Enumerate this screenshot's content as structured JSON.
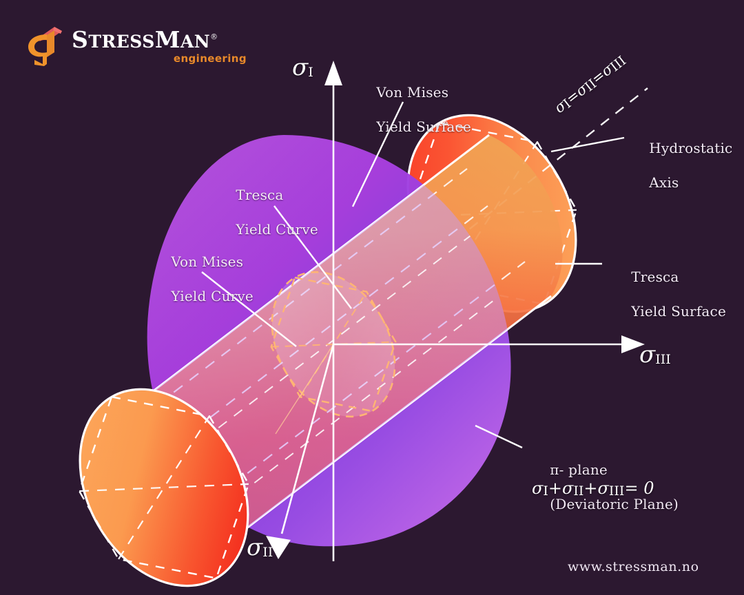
{
  "meta": {
    "background_color": "#2c1830",
    "title": "Von Mises and Tresca Yield Surfaces in Principal Stress Space"
  },
  "logo": {
    "name": "StressMan",
    "name_lead": "S",
    "name_rest": "TRESS",
    "name_m": "M",
    "name_tail": "AN",
    "registered": "®",
    "tagline": "engineering",
    "mark_color": "#f0932b",
    "mark_accent_color": "#e05a5a",
    "tagline_color": "#e8892a"
  },
  "footer": {
    "url": "www.stressman.no"
  },
  "axes": [
    {
      "id": "sigma-1",
      "symbol": "σ",
      "subscript": "I",
      "label": "σI"
    },
    {
      "id": "sigma-2",
      "symbol": "σ",
      "subscript": "II",
      "label": "σII"
    },
    {
      "id": "sigma-3",
      "symbol": "σ",
      "subscript": "III",
      "label": "σIII"
    }
  ],
  "annotations": {
    "von_mises_surface": {
      "line1": "Von Mises",
      "line2": "Yield Surface"
    },
    "tresca_surface": {
      "line1": "Tresca",
      "line2": "Yield Surface"
    },
    "tresca_curve": {
      "line1": "Tresca",
      "line2": "Yield Curve"
    },
    "von_mises_curve": {
      "line1": "Von Mises",
      "line2": "Yield Curve"
    },
    "hydrostatic": {
      "equation": "σI=σII=σIII",
      "line1": "Hydrostatic",
      "line2": "Axis"
    },
    "pi_plane": {
      "line1": "π- plane",
      "line2": "(Deviatoric Plane)",
      "line3": "σI+σII+σIII= 0"
    }
  },
  "colors": {
    "background": "#2c1830",
    "plane_purple_light": "#c060e8",
    "plane_purple_deep": "#7b3bd6",
    "cylinder_orange": "#f3a04a",
    "cylinder_red": "#f0332a",
    "cylinder_salmon": "#fb6b45",
    "cap_orange": "#fba04e",
    "cap_red": "#ef2b22",
    "axis_white": "#ffffff",
    "dash_white": "#ffffff",
    "dash_orange": "#ffb574",
    "text": "#f3eaf5"
  }
}
